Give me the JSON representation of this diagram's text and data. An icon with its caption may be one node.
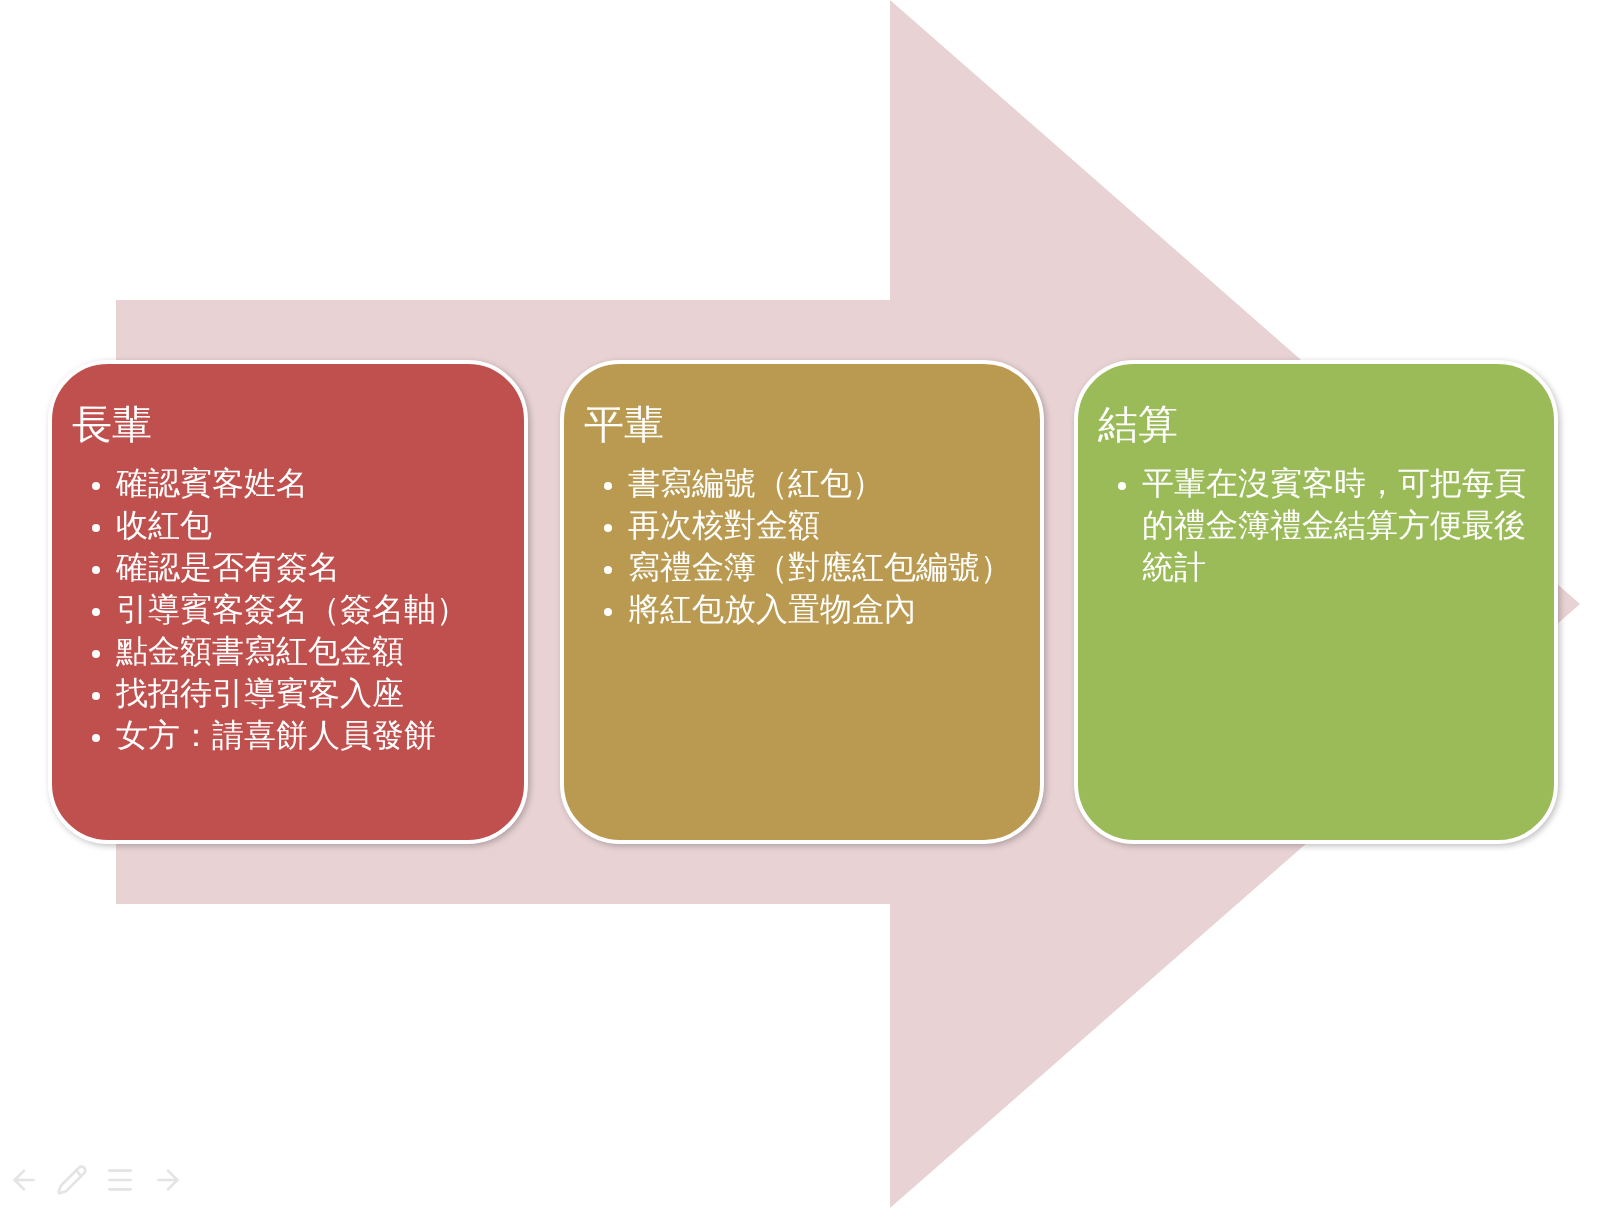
{
  "diagram": {
    "nodes": [
      {
        "text": [
          "長輩",
          "確認賓客姓名",
          "收紅包",
          "確認是否有簽名",
          "引導賓客簽名（簽名軸）",
          "點金額書寫紅包金額",
          "找招待引導賓客入座",
          "女方：請喜餅人員發餅"
        ]
      },
      {
        "text": [
          "平輩",
          "書寫編號（紅包）",
          "再次核對金額",
          "寫禮金簿（對應紅包編號）",
          "將紅包放入置物盒內"
        ]
      },
      {
        "text": [
          "結算",
          "平輩在沒賓客時，可把每頁的禮金簿禮金結算方便最後統計"
        ]
      }
    ],
    "edges": [
      {
        "from": 0,
        "to": 2,
        "arrow": "to"
      }
    ]
  }
}
